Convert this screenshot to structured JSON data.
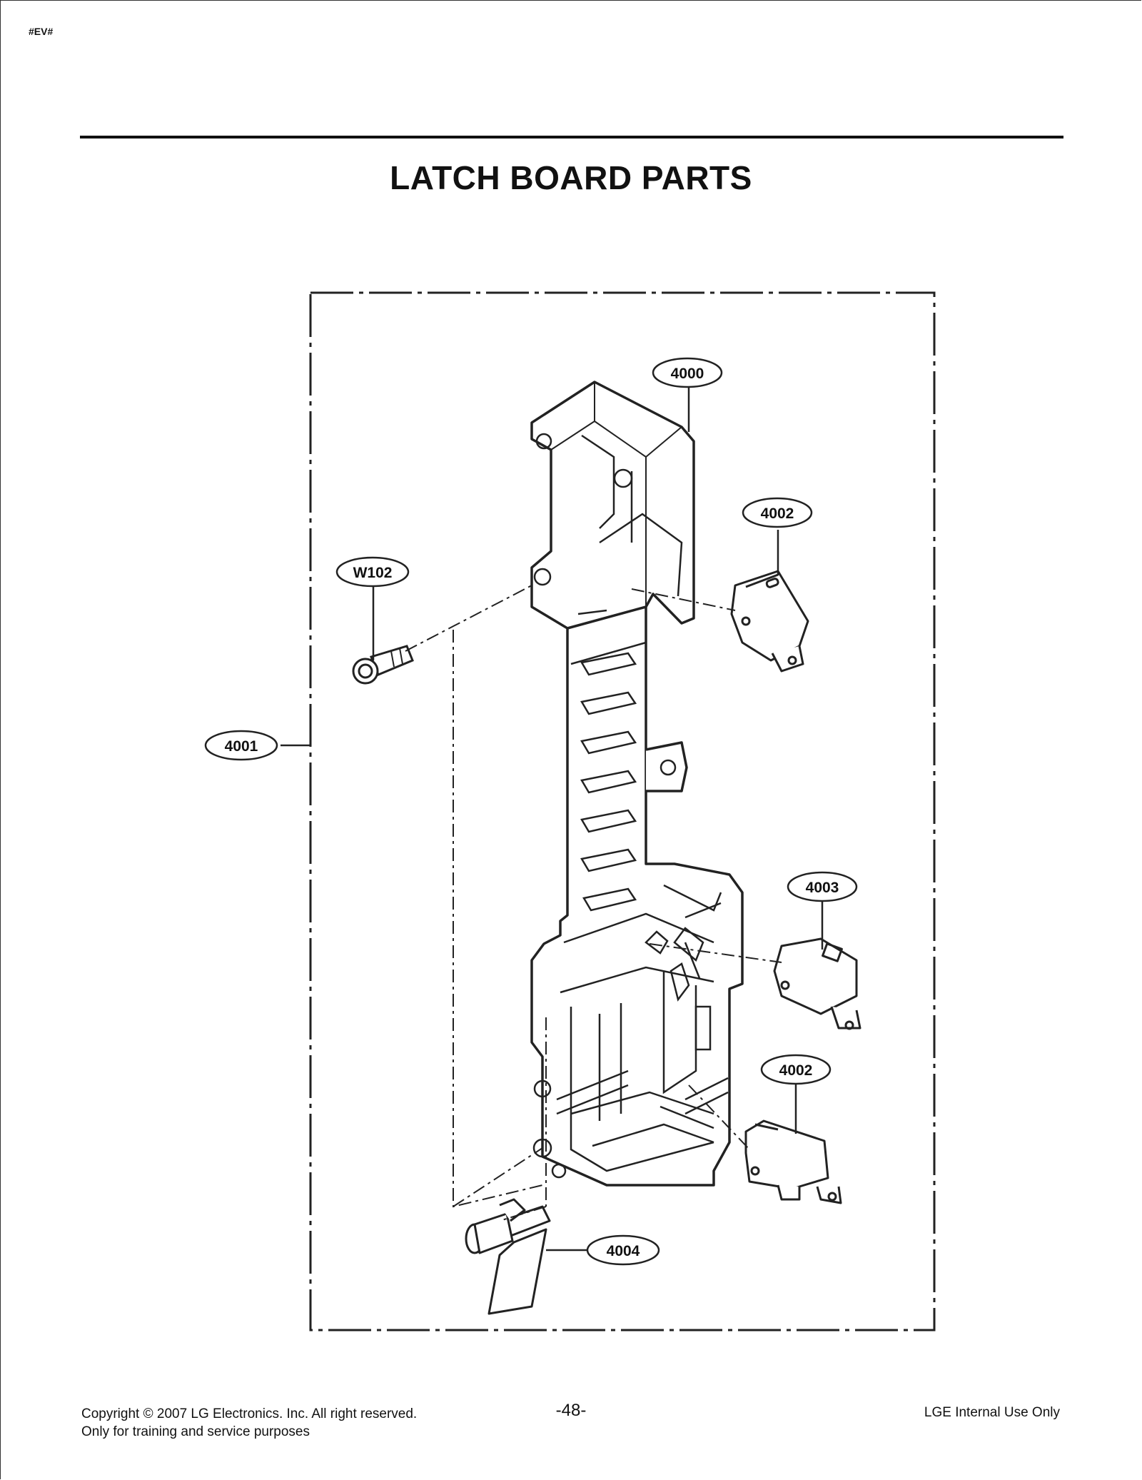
{
  "header": {
    "tag": "#EV#"
  },
  "title": "LATCH BOARD PARTS",
  "callouts": {
    "c4000": "4000",
    "c4002_top": "4002",
    "cW102": "W102",
    "c4001": "4001",
    "c4003": "4003",
    "c4002_bottom": "4002",
    "c4004": "4004"
  },
  "footer": {
    "copyright": "Copyright © 2007 LG Electronics. Inc. All right reserved.",
    "purpose": "Only for training and service purposes",
    "page_number": "-48-",
    "internal": "LGE Internal Use Only"
  }
}
